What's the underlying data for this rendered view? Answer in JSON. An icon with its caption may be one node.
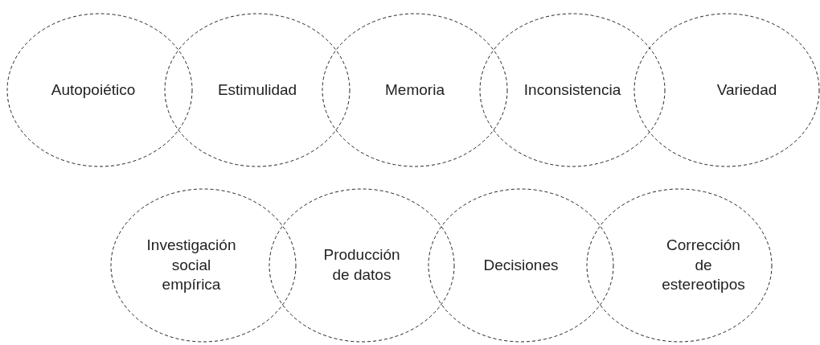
{
  "diagram": {
    "nodes": [
      {
        "text": [
          "Autopoiético"
        ]
      },
      {
        "text": [
          "Estimulidad"
        ]
      },
      {
        "text": [
          "Memoria"
        ]
      },
      {
        "text": [
          "Inconsistencia"
        ]
      },
      {
        "text": [
          "Variedad"
        ]
      },
      {
        "text": [
          "Investigación social empírica"
        ]
      },
      {
        "text": [
          "Producción de datos"
        ]
      },
      {
        "text": [
          "Decisiones"
        ]
      },
      {
        "text": [
          "Corrección de estereotipos"
        ]
      }
    ]
  }
}
